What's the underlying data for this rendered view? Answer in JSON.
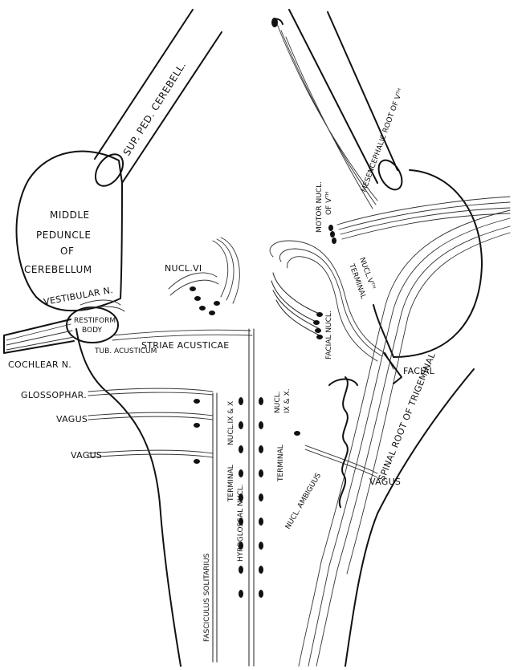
{
  "labels": {
    "sup_ped": "SUP. PED. CEREBELL.",
    "mesenc": "MESENCEPHALIC ROOT OF Vᵀᴴ",
    "motor_nucl": "MOTOR NUCL.",
    "motor_nucl2": "OF Vᵀᴴ",
    "middle1": "MIDDLE",
    "middle2": "PEDUNCLE",
    "middle3": "OF",
    "middle4": "CEREBELLUM",
    "nucl_vi": "NUCL.VI",
    "terminal_v": "TERMINAL",
    "terminal_v2": "NUCL.Vᵀᴴ",
    "facial_nucl": "FACIAL NUCL.",
    "vestibular": "VESTIBULAR N.",
    "restiform1": "RESTIFORM",
    "restiform2": "BODY",
    "cochlear": "COCHLEAR N.",
    "tub_acust": "TUB. ACUSTICUM",
    "striae": "STRIAE ACUSTICAE",
    "spinal_root": "SPINAL ROOT OF TRIGEMINAL",
    "facial": "FACIAL",
    "glossophar": "GLOSSOPHAR.",
    "vagus1": "VAGUS",
    "vagus2": "VAGUS",
    "vagus3": "VAGUS",
    "nucl_ix_x": "NUCL.IX & X",
    "terminal_left": "TERMINAL",
    "nucl_ix_x2a": "NUCL.",
    "nucl_ix_x2b": "IX & X.",
    "terminal_right": "TERMINAL",
    "nucl_amb": "NUCL. AMBIGUUS",
    "hypoglossal": "HYPOGLOSSAL NUCL.",
    "fasc_sol": "FASCICULUS SOLITARIUS"
  }
}
